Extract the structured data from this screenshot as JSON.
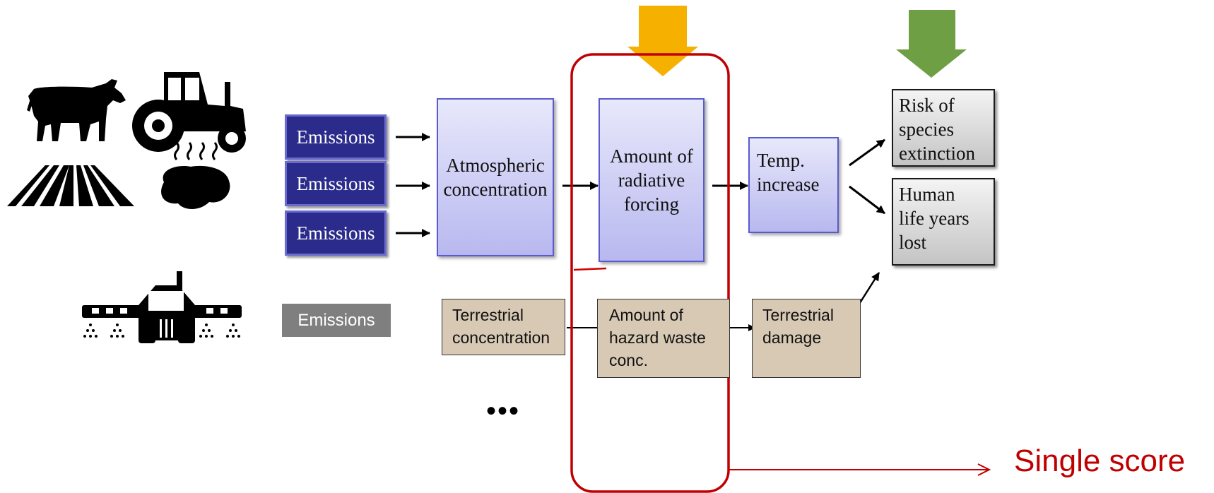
{
  "emissions": {
    "row1": "Emissions",
    "row2": "Emissions",
    "row3": "Emissions",
    "pesticide": "Emissions"
  },
  "climate_chain": {
    "atmospheric": "Atmospheric\nconcentration",
    "radiative": "Amount of\nradiative\nforcing",
    "temp": "Temp.\nincrease"
  },
  "endpoints": {
    "species": "Risk of\nspecies\nextinction",
    "human": "Human\nlife years\nlost"
  },
  "toxicity_chain": {
    "terrestrial_conc": "Terrestrial\nconcentration",
    "hazard": "Amount of\nhazard waste\nconc.",
    "terrestrial_damage": "Terrestrial\ndamage"
  },
  "ellipsis": "•••",
  "single_score": "Single score",
  "icons": [
    "cow-icon",
    "tractor-icon",
    "field-rows-icon",
    "manure-icon",
    "crop-sprayer-icon"
  ],
  "colors": {
    "midpoint_marker": "#f5b000",
    "endpoint_marker": "#6f9f45",
    "highlight": "#c00000",
    "emissions_fill": "#2b2b8c",
    "tan_fill": "#d8c9b5"
  }
}
